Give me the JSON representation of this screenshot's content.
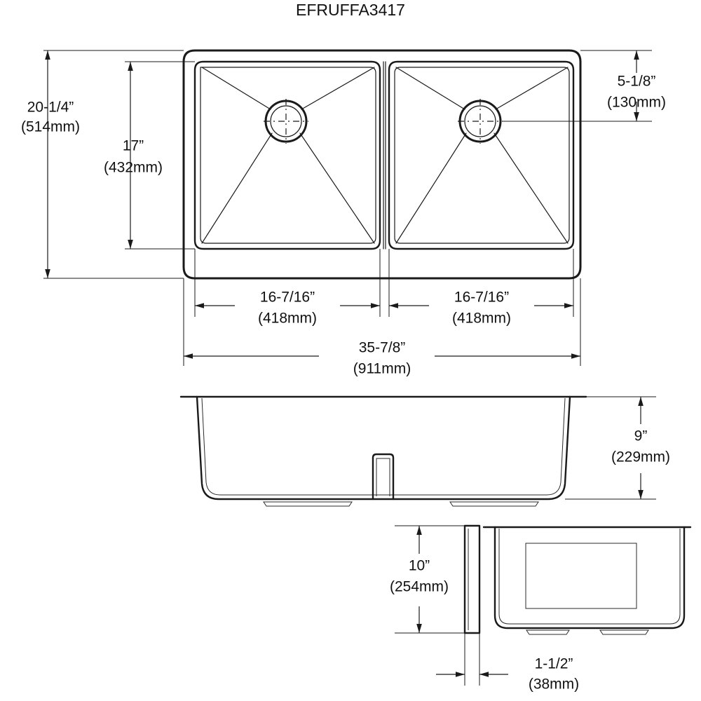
{
  "title": "EFRUFFA3417",
  "drawing": {
    "type": "technical-dimension-drawing",
    "subject": "undermount double-bowl kitchen sink",
    "views": [
      {
        "name": "top-view",
        "label": ""
      },
      {
        "name": "front-elevation-view",
        "label": ""
      },
      {
        "name": "side-elevation-view",
        "label": ""
      }
    ]
  },
  "dimensions": {
    "overall_height": {
      "imperial": "20-1/4”",
      "metric": "(514mm)"
    },
    "bowl_height": {
      "imperial": "17”",
      "metric": "(432mm)"
    },
    "rim_to_drain": {
      "imperial": "5-1/8”",
      "metric": "(130mm)"
    },
    "left_bowl_width": {
      "imperial": "16-7/16”",
      "metric": "(418mm)"
    },
    "right_bowl_width": {
      "imperial": "16-7/16”",
      "metric": "(418mm)"
    },
    "overall_width": {
      "imperial": "35-7/8”",
      "metric": "(911mm)"
    },
    "bowl_depth_front": {
      "imperial": "9”",
      "metric": "(229mm)"
    },
    "side_depth": {
      "imperial": "10”",
      "metric": "(254mm)"
    },
    "rail_thickness": {
      "imperial": "1-1/2”",
      "metric": "(38mm)"
    }
  },
  "colors": {
    "line": "#1a1a1a",
    "background": "#ffffff",
    "text": "#111111"
  }
}
